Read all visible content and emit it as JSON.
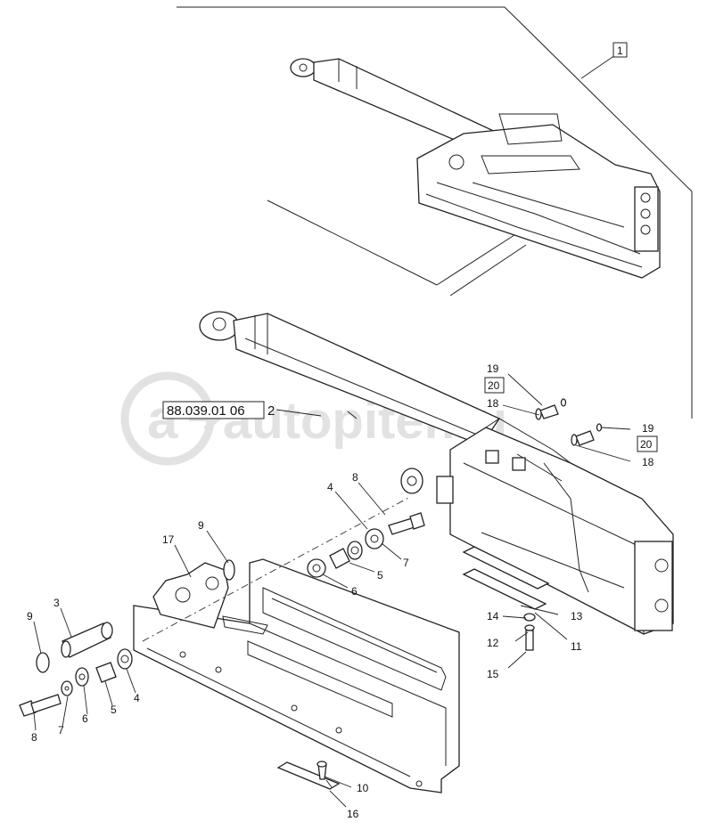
{
  "watermark": {
    "text": "autopiter.ru",
    "logo": "a-arrow-logo"
  },
  "reference": {
    "code": "88.039.01 06",
    "item": "2"
  },
  "boxed_labels": [
    "1",
    "20",
    "20"
  ],
  "callouts": [
    "19",
    "18",
    "19",
    "18",
    "8",
    "4",
    "7",
    "5",
    "6",
    "9",
    "17",
    "3",
    "9",
    "8",
    "7",
    "6",
    "5",
    "4",
    "14",
    "13",
    "12",
    "11",
    "15",
    "10",
    "16"
  ]
}
